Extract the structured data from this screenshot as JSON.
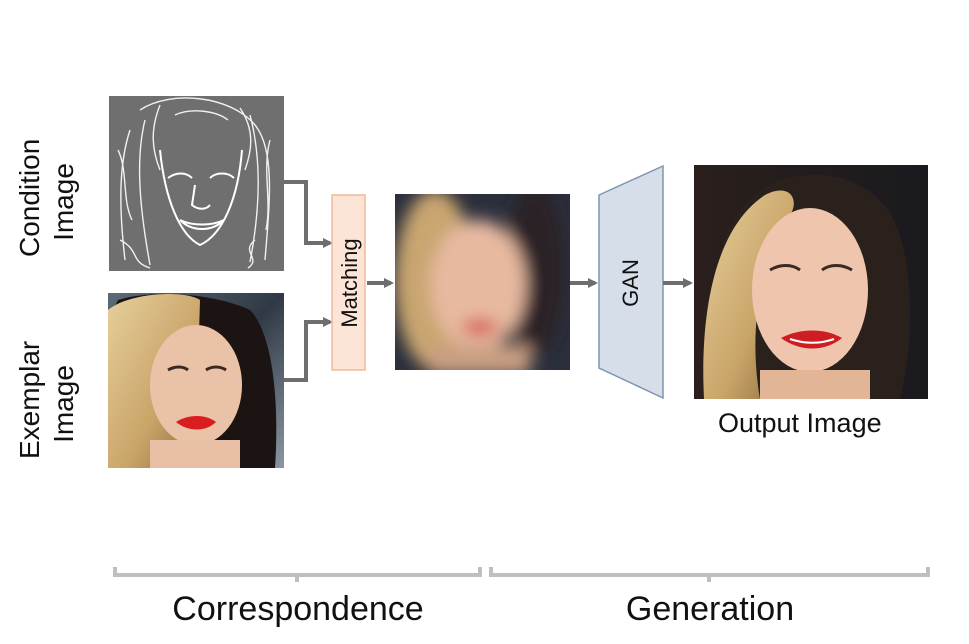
{
  "labels": {
    "condition_line1": "Condition",
    "condition_line2": "Image",
    "exemplar_line1": "Exemplar",
    "exemplar_line2": "Image",
    "matching": "Matching",
    "gan": "GAN",
    "output": "Output Image",
    "correspondence": "Correspondence",
    "generation": "Generation"
  },
  "colors": {
    "edge_map_bg": "#6f6f6f",
    "matching_fill": "#fce4d6",
    "matching_stroke": "#f4b89a",
    "gan_fill": "#d6dfe9",
    "gan_stroke": "#7f95b0",
    "arrow": "#6e6e6e",
    "bracket": "#bfbfbf"
  }
}
